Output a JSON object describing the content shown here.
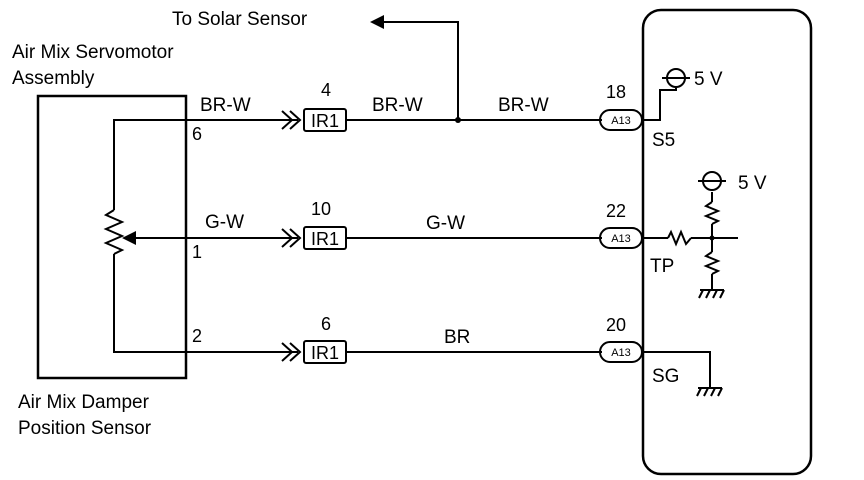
{
  "labels": {
    "solar": "To Solar Sensor",
    "servo_line1": "Air Mix Servomotor",
    "servo_line2": "Assembly",
    "sensor_line1": "Air Mix Damper",
    "sensor_line2": "Position Sensor"
  },
  "wires": [
    {
      "color_left": "BR-W",
      "sensor_pin": "6",
      "connector_pin": "4",
      "connector": "IR1",
      "color_mid": "BR-W",
      "color_right": "BR-W",
      "ecu_pin": "18",
      "ecu_connector": "A13",
      "terminal": "S5"
    },
    {
      "color_left": "G-W",
      "sensor_pin": "1",
      "connector_pin": "10",
      "connector": "IR1",
      "color_mid": "G-W",
      "ecu_pin": "22",
      "ecu_connector": "A13",
      "terminal": "TP"
    },
    {
      "color_left": "",
      "sensor_pin": "2",
      "connector_pin": "6",
      "connector": "IR1",
      "color_mid": "BR",
      "ecu_pin": "20",
      "ecu_connector": "A13",
      "terminal": "SG"
    }
  ],
  "supplies": {
    "s5_voltage": "5 V",
    "tp_voltage": "5 V"
  }
}
